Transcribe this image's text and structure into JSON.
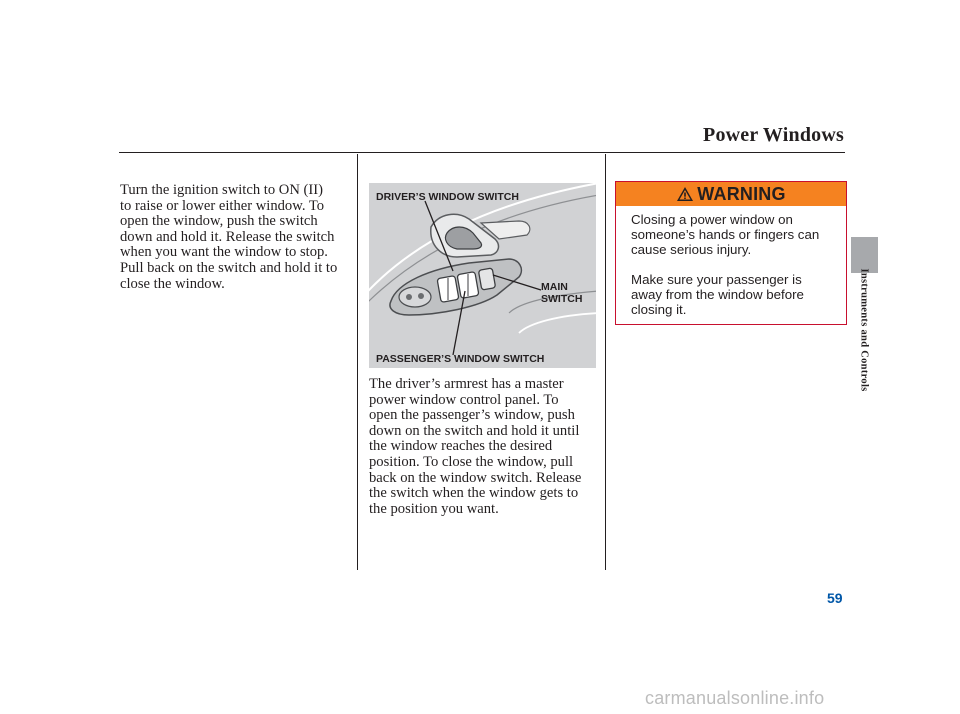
{
  "header": {
    "title": "Power Windows"
  },
  "left_column": {
    "paragraph": "Turn the ignition switch to ON (II)\nto raise or lower either window. To\nopen the window, push the switch\ndown and hold it. Release the switch\nwhen you want the window to stop.\nPull back on the switch and hold it to\nclose the window."
  },
  "figure": {
    "label_driver": "DRIVER’S WINDOW SWITCH",
    "label_main": "MAIN\nSWITCH",
    "label_passenger": "PASSENGER’S WINDOW SWITCH"
  },
  "middle_column": {
    "paragraph": "The driver’s armrest has a master\npower window control panel. To\nopen the passenger’s window, push\ndown on the switch and hold it until\nthe window reaches the desired\nposition. To close the window, pull\nback on the window switch. Release\nthe switch when the window gets to\nthe position you want."
  },
  "warning": {
    "title": "WARNING",
    "text_1": "Closing a power window on\nsomeone’s hands or fingers can\ncause serious injury.",
    "text_2": "Make sure your passenger is\naway from the window before\nclosing it."
  },
  "sidebar": {
    "section": "Instruments and Controls"
  },
  "footer": {
    "page_number": "59",
    "watermark": "carmanualsonline.info"
  },
  "colors": {
    "warning_orange": "#f58220",
    "warning_border": "#c8102e",
    "page_number_blue": "#0057a8",
    "figure_gray": "#d1d2d4",
    "tab_gray": "#a7a9ac"
  }
}
